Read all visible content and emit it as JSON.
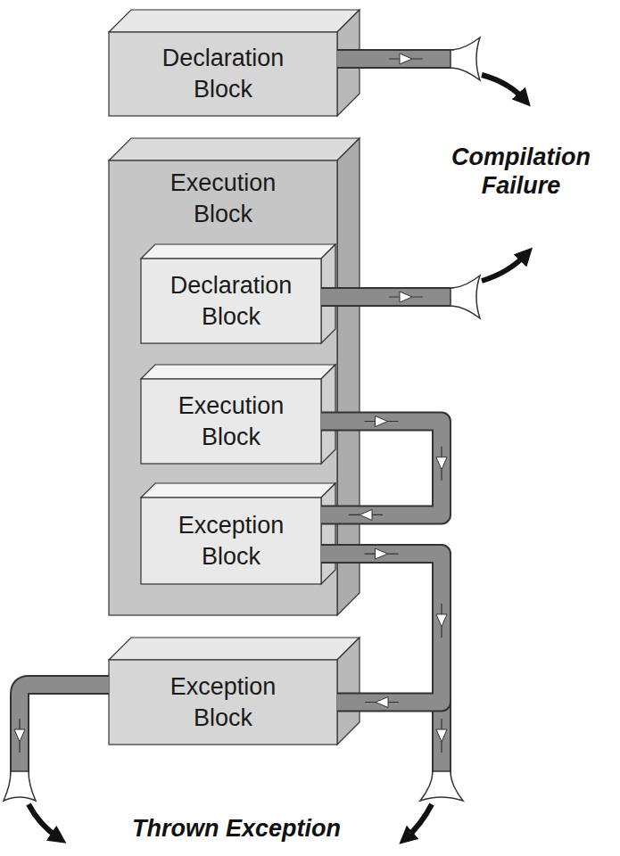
{
  "diagram": {
    "nodes": [
      {
        "text": [
          "Declaration Block"
        ]
      },
      {
        "text": [
          "Execution Block"
        ]
      },
      {
        "text": [
          "Declaration Block"
        ],
        "in": 1
      },
      {
        "text": [
          "Execution Block"
        ],
        "in": 1
      },
      {
        "text": [
          "Exception Block"
        ],
        "in": 1
      },
      {
        "text": [
          "Exception Block"
        ]
      }
    ],
    "edges": [
      {
        "from": 3,
        "to": 4,
        "arrow": "to"
      },
      {
        "from": 4,
        "to": 5,
        "arrow": "to"
      }
    ],
    "labels": [
      "Compilation Failure",
      "Thrown Exception"
    ]
  }
}
